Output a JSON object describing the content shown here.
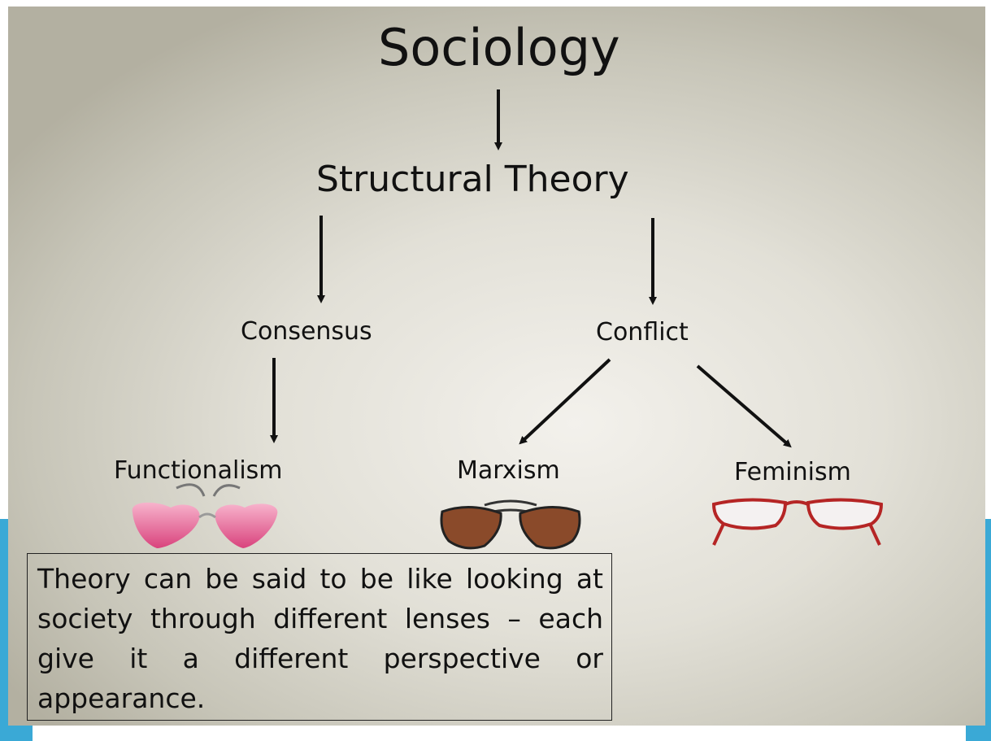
{
  "diagram": {
    "title": "Sociology",
    "level1": "Structural Theory",
    "level2": {
      "left": "Consensus",
      "right": "Conflict"
    },
    "level3": {
      "left": "Functionalism",
      "middle": "Marxism",
      "right": "Feminism"
    },
    "caption": "Theory can be said to be like looking at society through different lenses – each give it a different perspective or appearance."
  },
  "colors": {
    "slide_background": "#e6e4dc",
    "accent_band": "#3aa9d6",
    "arrow": "#111111",
    "border": "#222222"
  },
  "icons": [
    "pink-heart-glasses-icon",
    "aviator-sunglasses-icon",
    "red-frame-glasses-icon"
  ]
}
